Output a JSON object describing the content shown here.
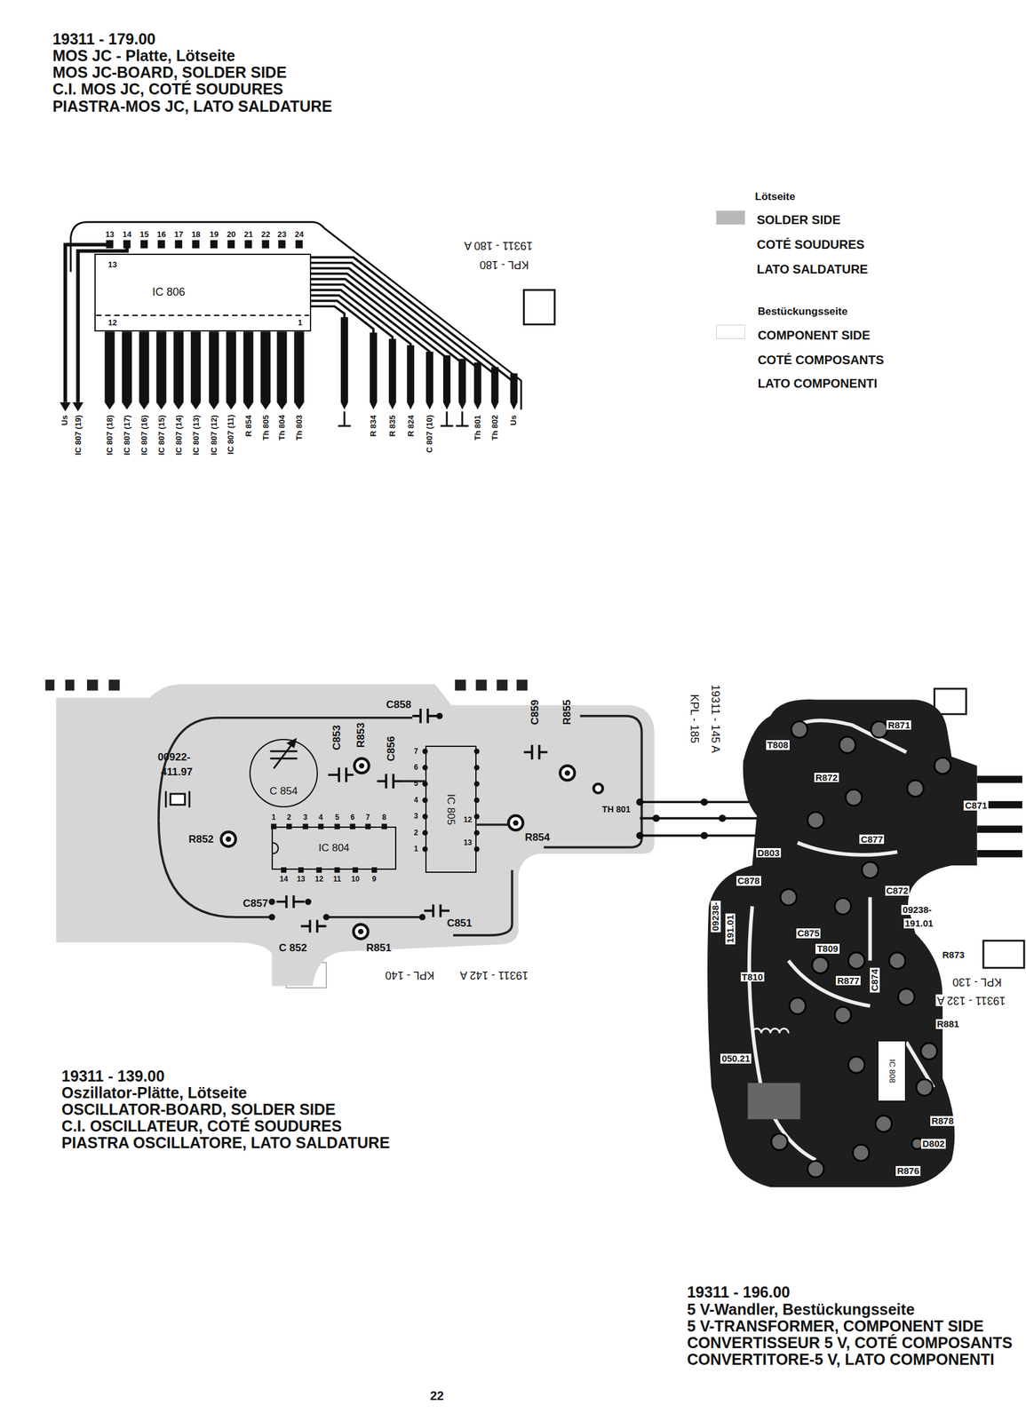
{
  "diagram": {
    "nodes": [
      {
        "text": [
          "IC 806"
        ]
      },
      {
        "text": [
          "C 854"
        ]
      },
      {
        "text": [
          "IC 804"
        ]
      },
      {
        "text": [
          "IC 805"
        ]
      },
      {
        "text": [
          "IC 808"
        ]
      }
    ],
    "labels": [
      "19311 - 179.00",
      "MOS JC - Platte, Lötseite",
      "MOS JC-BOARD, SOLDER SIDE",
      "C.I. MOS JC, COTÉ SOUDURES",
      "PIASTRA-MOS JC, LATO SALDATURE",
      "SOLDER SIDE",
      "COTÉ SOUDURES",
      "LATO SALDATURE",
      "COMPONENT SIDE",
      "COTÉ COMPOSANTS",
      "LATO COMPONENTI",
      "13",
      "14",
      "15",
      "16",
      "17",
      "18",
      "19",
      "20",
      "21",
      "22",
      "23",
      "24",
      "13",
      "12",
      "1",
      "19311 - 180 A",
      "KPL - 180",
      "Us",
      "IC 807 (19)",
      "IC 807 (18)",
      "IC 807 (17)",
      "IC 807 (16)",
      "IC 807 (15)",
      "IC 807 (14)",
      "IC 807 (13)",
      "IC 807 (12)",
      "IC 807 (11)",
      "R 854",
      "Th 805",
      "Th 804",
      "Th 803",
      "R 834",
      "R 835",
      "R 824",
      "C 807 (10)",
      "Th 801",
      "Th 802",
      "Us",
      "C858",
      "C853",
      "R853",
      "C856",
      "C859",
      "R855",
      "00922-",
      "411.97",
      "R852",
      "C857",
      "C 852",
      "R851",
      "C851",
      "R854",
      "TH 801",
      "1",
      "2",
      "3",
      "4",
      "5",
      "6",
      "7",
      "8",
      "14",
      "13",
      "12",
      "11",
      "10",
      "9",
      "7",
      "6",
      "5",
      "4",
      "3",
      "2",
      "1",
      "12",
      "13",
      "19311 - 142 A",
      "KPL - 140",
      "19311 - 145 A",
      "KPL - 185",
      "R871",
      "T808",
      "R872",
      "C871",
      "C877",
      "D803",
      "C878",
      "C872",
      "09238-",
      "191.01",
      "09238-",
      "191.01",
      "C875",
      "T809",
      "R873",
      "T810",
      "C874",
      "R877",
      "R881",
      "050.21",
      "R878",
      "D802",
      "R876",
      "KPL - 130",
      "19311 - 132 A",
      "22",
      "19311 - 139.00",
      "Oszillator-Plätte, Lötseite",
      "OSCILLATOR-BOARD, SOLDER SIDE",
      "C.I. OSCILLATEUR, COTÉ SOUDURES",
      "PIASTRA OSCILLATORE, LATO SALDATURE",
      "19311 - 196.00",
      "5 V-Wandler, Bestückungsseite",
      "5 V-TRANSFORMER, COMPONENT SIDE",
      "CONVERTISSEUR 5 V, COTÉ COMPOSANTS",
      "CONVERTITORE-5 V, LATO COMPONENTI"
    ],
    "legend": [
      {
        "text": "Lötseite",
        "color": "#b8b8b8"
      },
      {
        "text": "Bestückungsseite",
        "color": "#ffffff"
      }
    ]
  }
}
